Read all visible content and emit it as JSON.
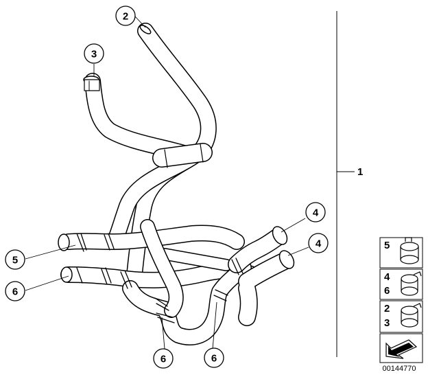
{
  "diagram": {
    "assembly_ref": "1",
    "document_number": "00144770",
    "callouts": [
      {
        "id": "c2",
        "label": "2"
      },
      {
        "id": "c3",
        "label": "3"
      },
      {
        "id": "c4a",
        "label": "4"
      },
      {
        "id": "c4b",
        "label": "4"
      },
      {
        "id": "c5",
        "label": "5"
      },
      {
        "id": "c6a",
        "label": "6"
      },
      {
        "id": "c6b",
        "label": "6"
      },
      {
        "id": "c6c",
        "label": "6"
      }
    ],
    "legend": [
      {
        "labels": [
          "5"
        ],
        "icon": "hose-clamp-icon"
      },
      {
        "labels": [
          "4",
          "6"
        ],
        "icon": "hose-clamp-icon"
      },
      {
        "labels": [
          "2",
          "3"
        ],
        "icon": "hose-clamp-icon"
      }
    ],
    "legend_arrow_icon": "arrow-icon"
  }
}
